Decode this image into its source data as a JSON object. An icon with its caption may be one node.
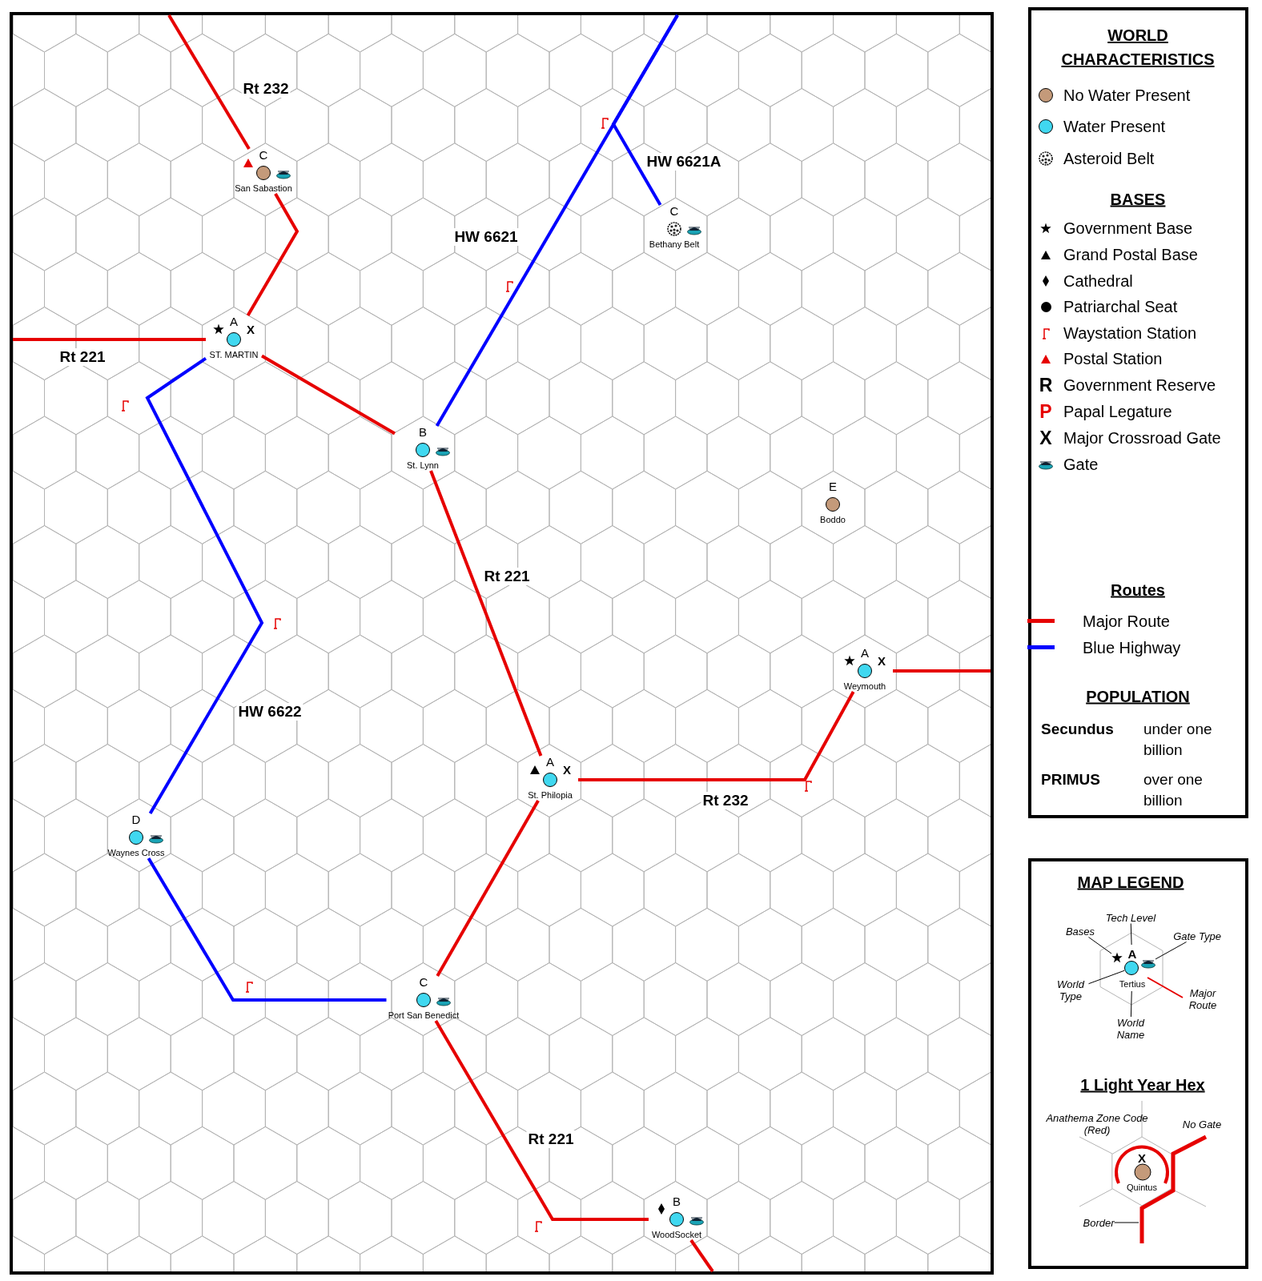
{
  "diagram": {
    "nodes": [
      {
        "text": [
          "C",
          "San Sabastion"
        ]
      },
      {
        "text": [
          "C",
          "Bethany Belt"
        ]
      },
      {
        "text": [
          "A",
          "X",
          "ST. MARTIN"
        ]
      },
      {
        "text": [
          "B",
          "St. Lynn"
        ]
      },
      {
        "text": [
          "E",
          "Boddo"
        ]
      },
      {
        "text": [
          "A",
          "X",
          "Weymouth"
        ]
      },
      {
        "text": [
          "A",
          "X",
          "St. Philopia"
        ]
      },
      {
        "text": [
          "D",
          "Waynes Cross"
        ]
      },
      {
        "text": [
          "C",
          "Port San Benedict"
        ]
      },
      {
        "text": [
          "B",
          "WoodSocket"
        ]
      },
      {
        "text": [
          "Tech Level"
        ]
      },
      {
        "text": [
          "Bases"
        ]
      },
      {
        "text": [
          "Gate Type"
        ]
      },
      {
        "text": [
          "A",
          "Tertius"
        ]
      },
      {
        "text": [],
        "shape": "star",
        "in": 13
      },
      {
        "text": [],
        "shape": "ellipse",
        "in": 13
      },
      {
        "text": [
          "World Type"
        ]
      },
      {
        "text": [],
        "shape": "circle",
        "in": 13
      },
      {
        "text": [
          "World Name"
        ]
      },
      {
        "text": [
          "Border"
        ]
      }
    ],
    "edges": [
      {
        "from": null,
        "to": 0,
        "arrow": "none",
        "label": "Rt 232"
      },
      {
        "from": 0,
        "to": 2,
        "arrow": "none"
      },
      {
        "from": null,
        "to": 2,
        "arrow": "none",
        "label": "Rt 221"
      },
      {
        "from": 2,
        "to": 3,
        "arrow": "none"
      },
      {
        "from": 3,
        "to": 6,
        "arrow": "none",
        "label": "Rt 221"
      },
      {
        "from": 6,
        "to": 5,
        "arrow": "none",
        "label": "Rt 232"
      },
      {
        "from": 5,
        "to": null,
        "arrow": "none"
      },
      {
        "from": 6,
        "to": 8,
        "arrow": "none"
      },
      {
        "from": 8,
        "to": 9,
        "arrow": "none",
        "label": "Rt 221"
      },
      {
        "from": 9,
        "to": null,
        "arrow": "none"
      },
      {
        "from": null,
        "to": 3,
        "arrow": "none",
        "label": "HW 6621",
        "color": "#0000ff"
      },
      {
        "from": null,
        "to": 1,
        "arrow": "none",
        "label": "HW 6621A",
        "color": "#0000ff"
      },
      {
        "from": 2,
        "to": 7,
        "arrow": "none",
        "label": "HW 6622",
        "color": "#0000ff"
      },
      {
        "from": 7,
        "to": 8,
        "arrow": "none",
        "color": "#0000ff"
      },
      {
        "from": 10,
        "to": 13,
        "arrow": "none",
        "color": "#000000"
      },
      {
        "from": 11,
        "to": 14,
        "arrow": "none",
        "color": "#000000"
      },
      {
        "from": 12,
        "to": 15,
        "arrow": "none",
        "color": "#000000"
      },
      {
        "from": 16,
        "to": 17,
        "arrow": "none",
        "color": "#000000"
      },
      {
        "from": 18,
        "to": 13,
        "arrow": "none",
        "color": "#000000"
      },
      {
        "from": 19,
        "to": null,
        "arrow": "none",
        "color": "#000000"
      }
    ],
    "labels": [
      "WORLD CHARACTERISTICS",
      "BASES",
      "R",
      "P",
      "X",
      "Routes",
      "POPULATION",
      "Secundus",
      "under one billion",
      "PRIMUS",
      "over one billion",
      "MAP LEGEND",
      "Major Route",
      "1 Light Year Hex",
      "Anathema Zone Code (Red)",
      "No Gate",
      "X",
      "Quintus"
    ],
    "legend": [
      {
        "text": "No Water Present",
        "color": "#c49a7a"
      },
      {
        "text": "Water Present",
        "color": "#40d8f0"
      },
      {
        "text": "Asteroid Belt"
      },
      {
        "text": "Government Base"
      },
      {
        "text": "Grand Postal Base"
      },
      {
        "text": "Cathedral"
      },
      {
        "text": "Patriarchal Seat"
      },
      {
        "text": "Waystation Station"
      },
      {
        "text": "Postal Station"
      },
      {
        "text": "Government Reserve"
      },
      {
        "text": "Papal Legature"
      },
      {
        "text": "Major Crossroad Gate"
      },
      {
        "text": "Gate"
      },
      {
        "text": "Major Route",
        "color": "#e60000"
      },
      {
        "text": "Blue Highway",
        "color": "#0000ff"
      }
    ]
  }
}
